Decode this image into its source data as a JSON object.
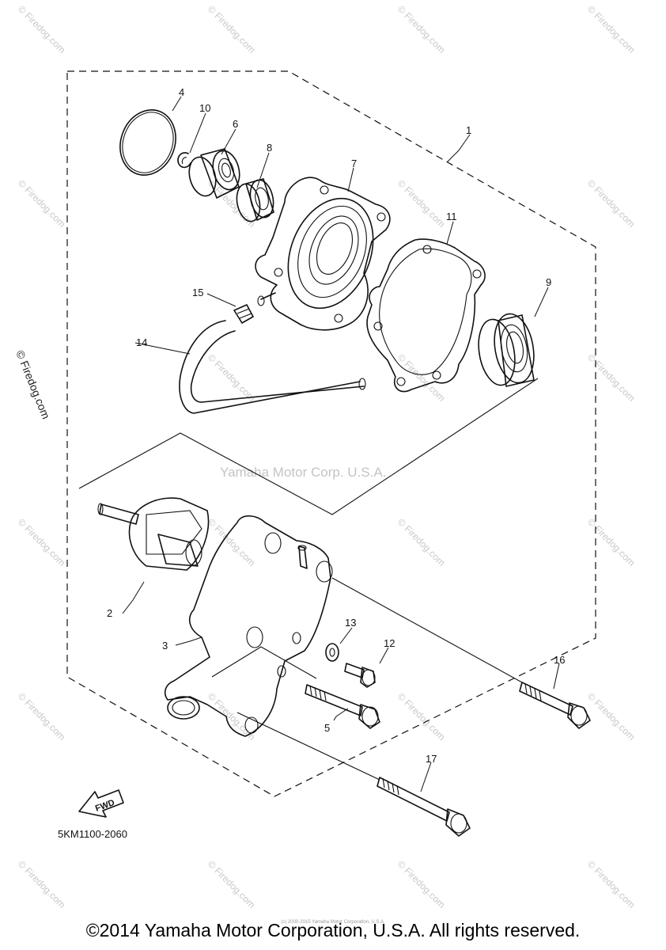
{
  "diagram": {
    "part_labels": [
      "1",
      "2",
      "3",
      "4",
      "5",
      "6",
      "7",
      "8",
      "9",
      "10",
      "11",
      "12",
      "13",
      "14",
      "15",
      "16",
      "17"
    ],
    "diagram_code": "5KM1100-2060",
    "fwd_label": "FWD",
    "center_watermark": "Yamaha Motor Corp. U.S.A.",
    "side_watermark": "© Firedog.com",
    "tile_watermark": "© Firedog.com"
  },
  "footer": {
    "copyright": "©2014 Yamaha Motor Corporation, U.S.A. All rights reserved.",
    "small_print": "(c) 2000-2015 Yamaha Motor Corporation, U.S.A."
  }
}
